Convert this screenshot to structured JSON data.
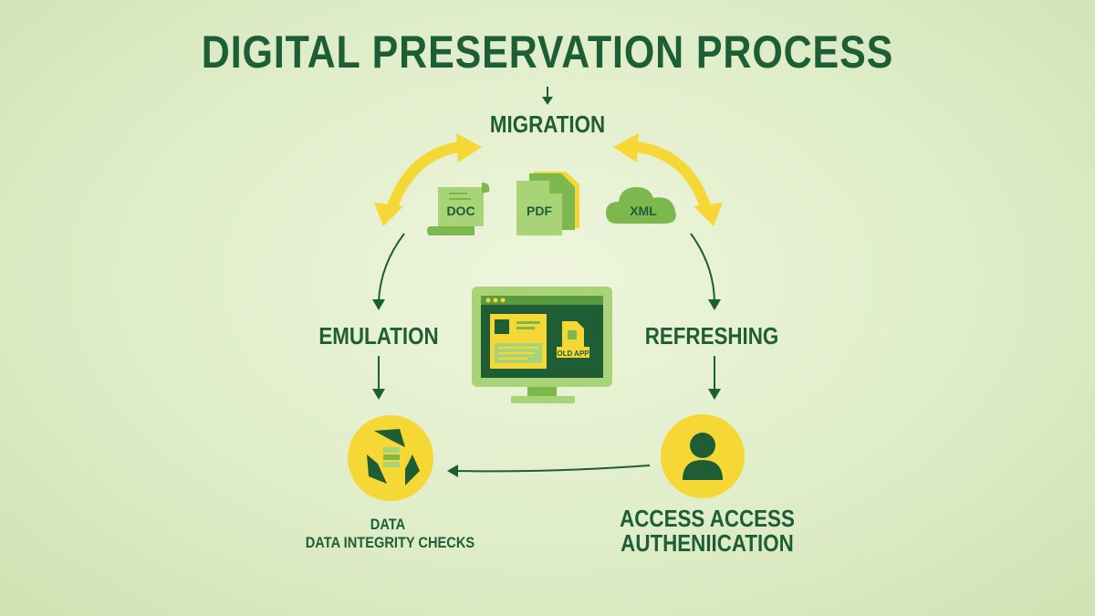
{
  "title": "DIGITAL PRESERVATION PROCESS",
  "nodes": {
    "migration": {
      "label": "MIGRATION"
    },
    "emulation": {
      "label": "EMULATION"
    },
    "refreshing": {
      "label": "REFRESHING"
    },
    "data_integrity": {
      "label_line1": "DATA",
      "label_line2": "DATA INTEGRITY CHECKS"
    },
    "access": {
      "label_line1": "ACCESS ACCESS",
      "label_line2": "AUTHENIICATION"
    }
  },
  "file_formats": [
    {
      "name": "doc",
      "label": "DOC"
    },
    {
      "name": "pdf",
      "label": "PDF"
    },
    {
      "name": "xml",
      "label": "XML"
    }
  ],
  "monitor": {
    "badge_label": "OLD APP"
  },
  "colors": {
    "dark_green": "#1d5e36",
    "mid_green": "#7cb84e",
    "light_green": "#a8d477",
    "yellow": "#f5d835",
    "background": "#e3efce"
  }
}
